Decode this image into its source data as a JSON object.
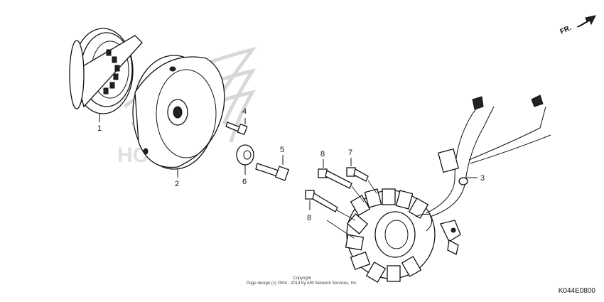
{
  "direction": {
    "label": "FR."
  },
  "callouts": [
    "1",
    "2",
    "3",
    "4",
    "5",
    "6",
    "7",
    "8",
    "8"
  ],
  "copyright": {
    "line1": "Copyright",
    "line2": "Page design (c) 2004 - 2014 by ARI Network Services, Inc."
  },
  "diagram_code": "K044E0800",
  "colors": {
    "ink": "#111111",
    "watermark": "#d8d8d8"
  },
  "watermark": {
    "text": "HONDA"
  }
}
